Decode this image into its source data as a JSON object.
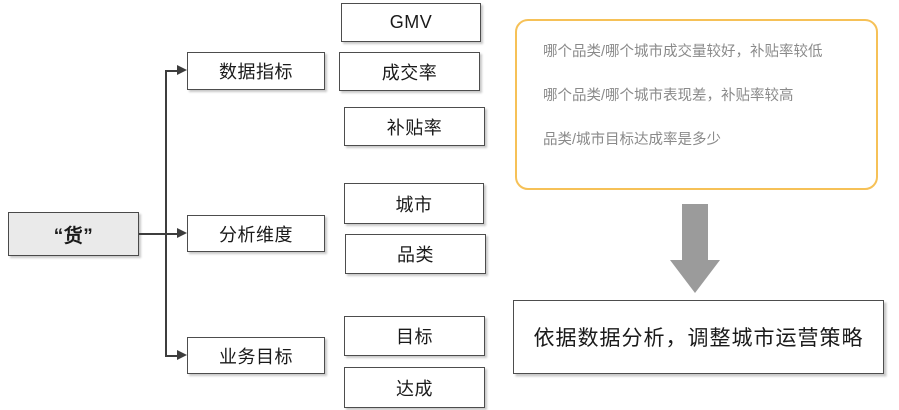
{
  "diagram": {
    "root": {
      "label": "“货”"
    },
    "branches": [
      {
        "label": "数据指标",
        "leaves": [
          {
            "label": "GMV"
          },
          {
            "label": "成交率"
          },
          {
            "label": "补贴率"
          }
        ]
      },
      {
        "label": "分析维度",
        "leaves": [
          {
            "label": "城市"
          },
          {
            "label": "品类"
          }
        ]
      },
      {
        "label": "业务目标",
        "leaves": [
          {
            "label": "目标"
          },
          {
            "label": "达成"
          }
        ]
      }
    ]
  },
  "questions": {
    "border_color": "#f6c157",
    "text_color": "#8a8a8a",
    "lines": [
      "哪个品类/哪个城市成交量较好，补贴率较低",
      "哪个品类/哪个城市表现差，补贴率较高",
      "品类/城市目标达成率是多少"
    ]
  },
  "flow_arrow": {
    "color": "#9b9b9b",
    "direction": "down"
  },
  "conclusion": {
    "label": "依据数据分析，调整城市运营策略"
  },
  "colors": {
    "box_border": "#4d4d4d",
    "root_fill": "#eaeaea",
    "connector": "#3d3d3d",
    "accent_orange": "#f6c157",
    "arrow_gray": "#9b9b9b"
  }
}
